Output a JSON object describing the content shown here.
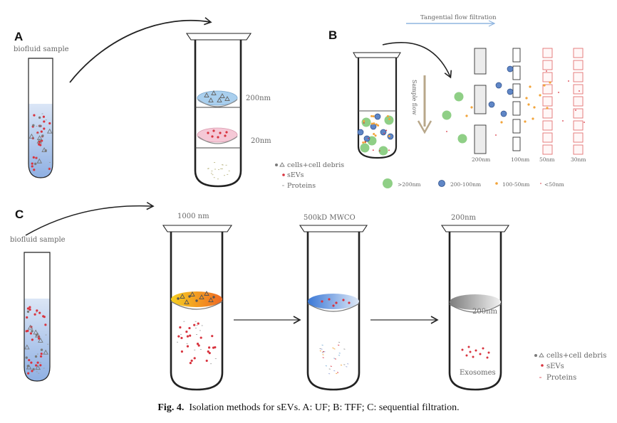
{
  "panel_a": {
    "letter": "A",
    "sample_label": "biofluid sample",
    "filter_top": "200nm",
    "filter_bottom": "20nm",
    "legend": [
      "cells+cell debris",
      "sEVs",
      "Proteins"
    ]
  },
  "panel_b": {
    "letter": "B",
    "tff_label": "Tangential flow filtration",
    "sample_flow": "Sample flow",
    "membranes": [
      "200nm",
      "100nm",
      "50nm",
      "30nm"
    ],
    "size_legend": [
      ">200nm",
      "200-100nm",
      "100-50nm",
      "<50nm"
    ]
  },
  "panel_c": {
    "letter": "C",
    "sample_label": "biofluid sample",
    "step1": "1000 nm",
    "step2": "500kD MWCO",
    "step3": "200nm",
    "step3_filter": "200nm",
    "product": "Exosomes",
    "legend": [
      "cells+cell debris",
      "sEVs",
      "Proteins"
    ]
  },
  "caption": {
    "prefix": "Fig. 4.",
    "text": "Isolation methods for sEVs. A: UF; B: TFF; C: sequential filtration."
  },
  "colors": {
    "ev_red": "#d8343f",
    "cell_grey": "#7a7a7a",
    "blue_fluid": "#a9c4ea",
    "green_particle": "#8fcf86",
    "blue_particle": "#5f86c6",
    "orange_particle": "#f2a43a",
    "red_membrane": "#e47272"
  }
}
